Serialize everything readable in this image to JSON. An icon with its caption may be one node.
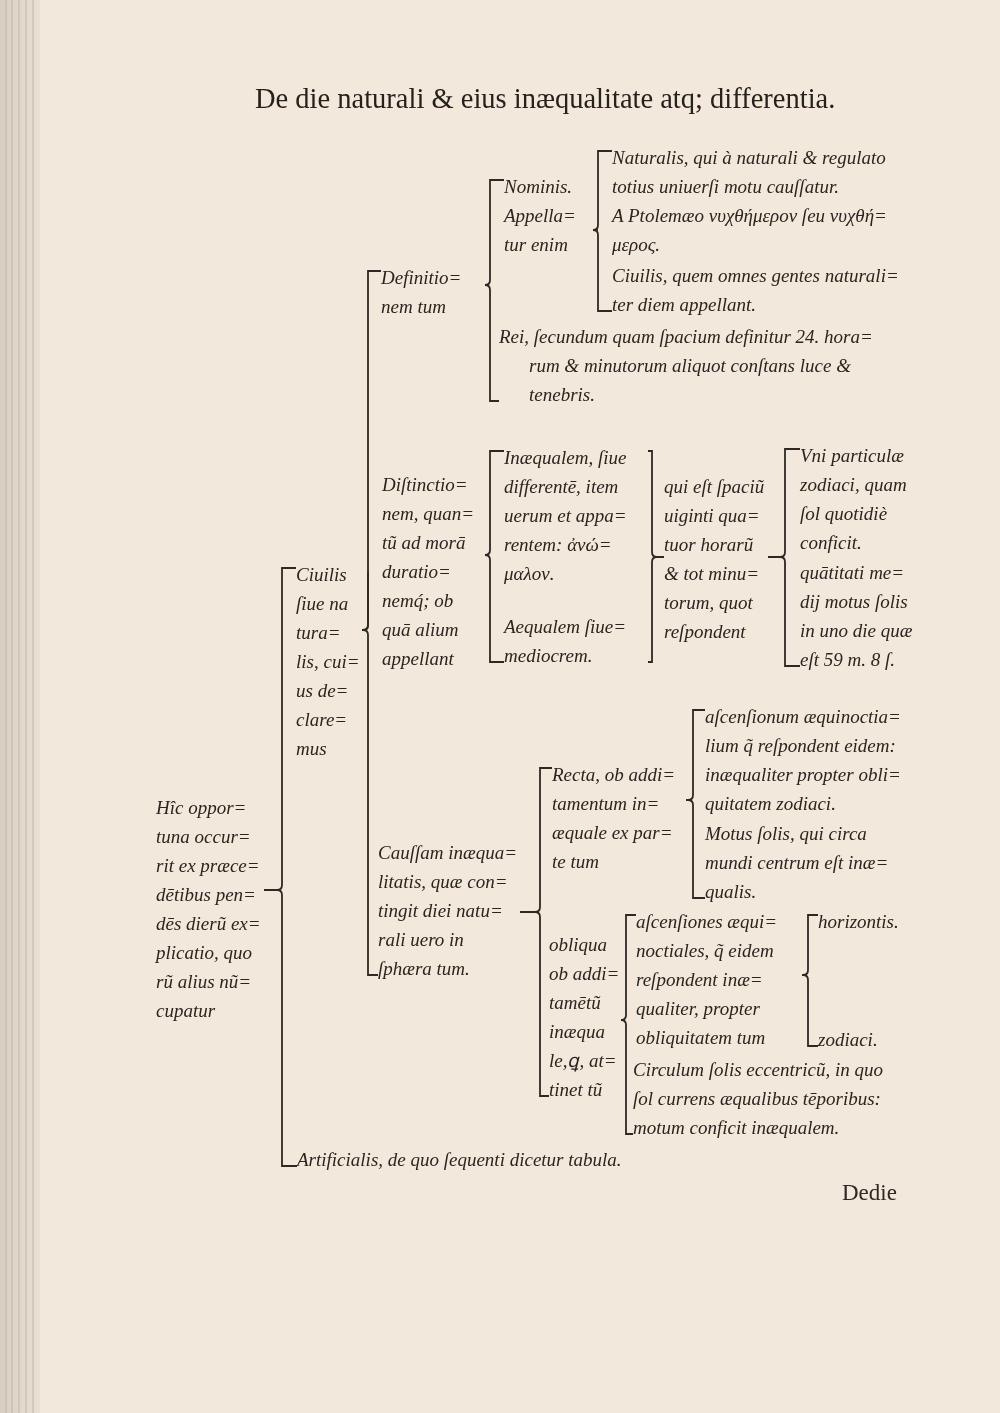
{
  "diagram": {
    "title": "De die naturali & eius inæqualitate atq; differentia.",
    "nodes": [
      {
        "text": [
          "Hîc oppor= tuna occur= rit ex præce= dētibus pen= dēs dierũ ex= plicatio, quo rũ alius nũ= cupatur"
        ]
      },
      {
        "text": [
          "Ciuilis ſiue na tura= lis, cui= us de= clare= mus"
        ]
      },
      {
        "text": [
          "Definitio= nem tum"
        ]
      },
      {
        "text": [
          "Nominis. Appella= tur enim"
        ]
      },
      {
        "text": [
          "Naturalis, qui à naturali & regulato totius uniuerſi motu cauſſatur."
        ]
      },
      {
        "text": [
          "A Ptolemæo νυχθήμερον ſeu νυχθή= μερος."
        ]
      },
      {
        "text": [
          "Ciuilis, quem omnes gentes naturali= ter diem appellant."
        ]
      },
      {
        "text": [
          "Rei, ſecundum quam ſpacium definitur 24. hora= rum & minutorum aliquot conſtans luce & tenebris."
        ]
      },
      {
        "text": [
          "Diſtinctio= nem, quan= tũ ad morā duratio= nemq́; ob quā alium appellant"
        ]
      },
      {
        "text": [
          "Inæqualem, ſiue differentē, item uerum et appa= rentem: ἀνώ= μαλον."
        ]
      },
      {
        "text": [
          "Aequalem ſiue= mediocrem."
        ]
      },
      {
        "text": [
          "qui eſt ſpaciũ uiginti qua= tuor horarũ & tot minu= torum, quot reſpondent"
        ]
      },
      {
        "text": [
          "Vni particulæ zodiaci, quam ſol quotidiè conficit."
        ]
      },
      {
        "text": [
          "quātitati me= dij motus ſolis in uno die quæ eſt 59 m. 8 ſ."
        ]
      },
      {
        "text": [
          "Cauſſam inæqua= litatis, quæ con= tingit diei natu= rali uero in ſphæra tum."
        ]
      },
      {
        "text": [
          "Recta, ob addi= tamentum in= æquale ex par= te tum"
        ]
      },
      {
        "text": [
          "aſcenſionum æquinoctia= lium q̃ reſpondent eidem: inæqualiter propter obli= quitatem zodiaci."
        ]
      },
      {
        "text": [
          "Motus ſolis, qui circa mundi centrum eſt inæ= qualis."
        ]
      },
      {
        "text": [
          "obliqua ob addi= tamētũ inæqua le,ꝗ, at= tinet tũ"
        ]
      },
      {
        "text": [
          "aſcenſiones æqui= noctiales, q̃ eidem reſpondent inæ= qualiter, propter obliquitatem tum"
        ]
      },
      {
        "text": [
          "horizontis."
        ]
      },
      {
        "text": [
          "zodiaci."
        ]
      },
      {
        "text": [
          "Circulum ſolis eccentricũ, in quo ſol currens æqualibus tēporibus: motum conficit inæqualem."
        ]
      },
      {
        "text": [
          "Artificialis, de quo ſequenti dicetur tabula."
        ]
      }
    ],
    "edges": [
      {
        "from": 0,
        "to": 1,
        "arrow": "none"
      },
      {
        "from": 0,
        "to": 23,
        "arrow": "none"
      },
      {
        "from": 1,
        "to": 2,
        "arrow": "none"
      },
      {
        "from": 1,
        "to": 8,
        "arrow": "none"
      },
      {
        "from": 1,
        "to": 14,
        "arrow": "none"
      },
      {
        "from": 2,
        "to": 3,
        "arrow": "none"
      },
      {
        "from": 2,
        "to": 7,
        "arrow": "none"
      },
      {
        "from": 3,
        "to": 4,
        "arrow": "none"
      },
      {
        "from": 3,
        "to": 5,
        "arrow": "none"
      },
      {
        "from": 3,
        "to": 6,
        "arrow": "none"
      },
      {
        "from": 8,
        "to": 9,
        "arrow": "none"
      },
      {
        "from": 8,
        "to": 10,
        "arrow": "none"
      },
      {
        "from": 9,
        "to": 11,
        "arrow": "none"
      },
      {
        "from": 10,
        "to": 11,
        "arrow": "none"
      },
      {
        "from": 11,
        "to": 12,
        "arrow": "none"
      },
      {
        "from": 11,
        "to": 13,
        "arrow": "none"
      },
      {
        "from": 14,
        "to": 15,
        "arrow": "none"
      },
      {
        "from": 14,
        "to": 18,
        "arrow": "none"
      },
      {
        "from": 15,
        "to": 16,
        "arrow": "none"
      },
      {
        "from": 15,
        "to": 17,
        "arrow": "none"
      },
      {
        "from": 18,
        "to": 19,
        "arrow": "none"
      },
      {
        "from": 18,
        "to": 22,
        "arrow": "none"
      },
      {
        "from": 19,
        "to": 20,
        "arrow": "none"
      },
      {
        "from": 19,
        "to": 21,
        "arrow": "none"
      }
    ],
    "labels": [
      "Dedie"
    ]
  }
}
